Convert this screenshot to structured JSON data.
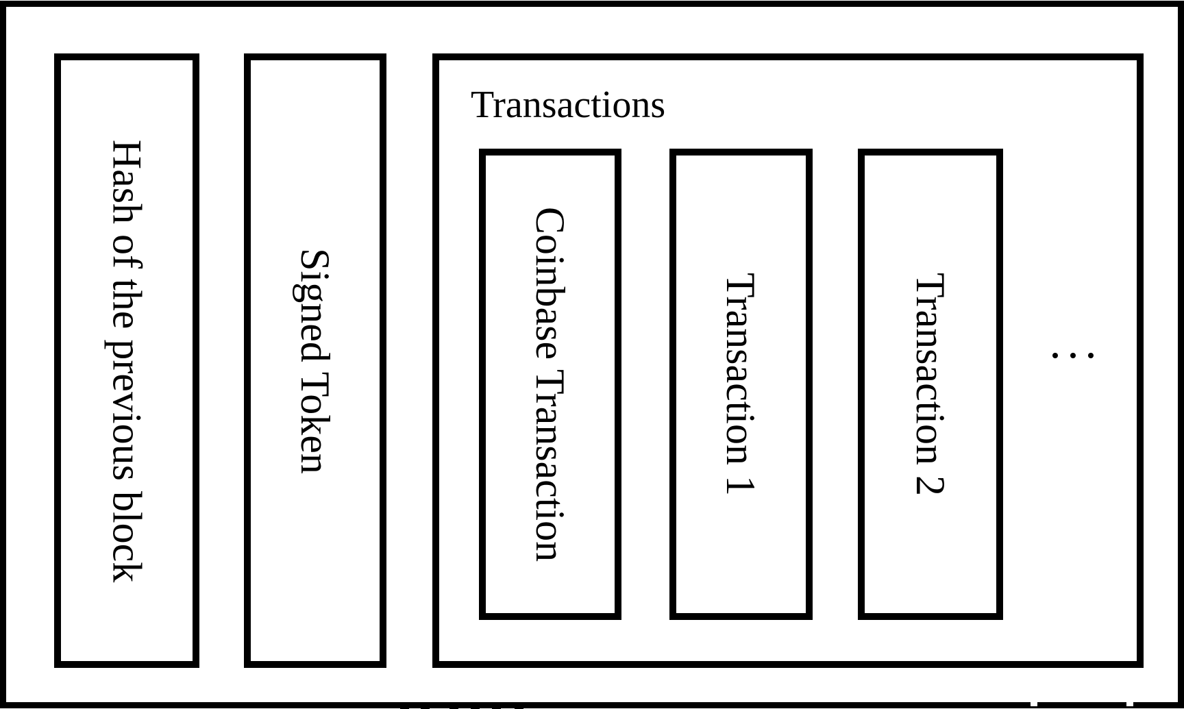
{
  "diagram": {
    "title": "blockchain-block-structure",
    "outer_block": {
      "fields": [
        {
          "id": "prev_hash",
          "label": "Hash of the previous block",
          "orientation": "rotated-90-clockwise"
        },
        {
          "id": "signed_token",
          "label": "Signed Token",
          "orientation": "rotated-90-clockwise"
        },
        {
          "id": "transactions",
          "label": "Transactions",
          "orientation": "horizontal",
          "children": [
            {
              "id": "coinbase",
              "label": "Coinbase Transaction",
              "orientation": "rotated-90-clockwise"
            },
            {
              "id": "tx1",
              "label": "Transaction 1",
              "orientation": "rotated-90-clockwise"
            },
            {
              "id": "tx2",
              "label": "Transaction 2",
              "orientation": "rotated-90-clockwise"
            }
          ],
          "more_indicator": "⋯"
        }
      ]
    },
    "colors": {
      "line": "#000000",
      "text": "#000000",
      "background": "#ffffff"
    }
  }
}
